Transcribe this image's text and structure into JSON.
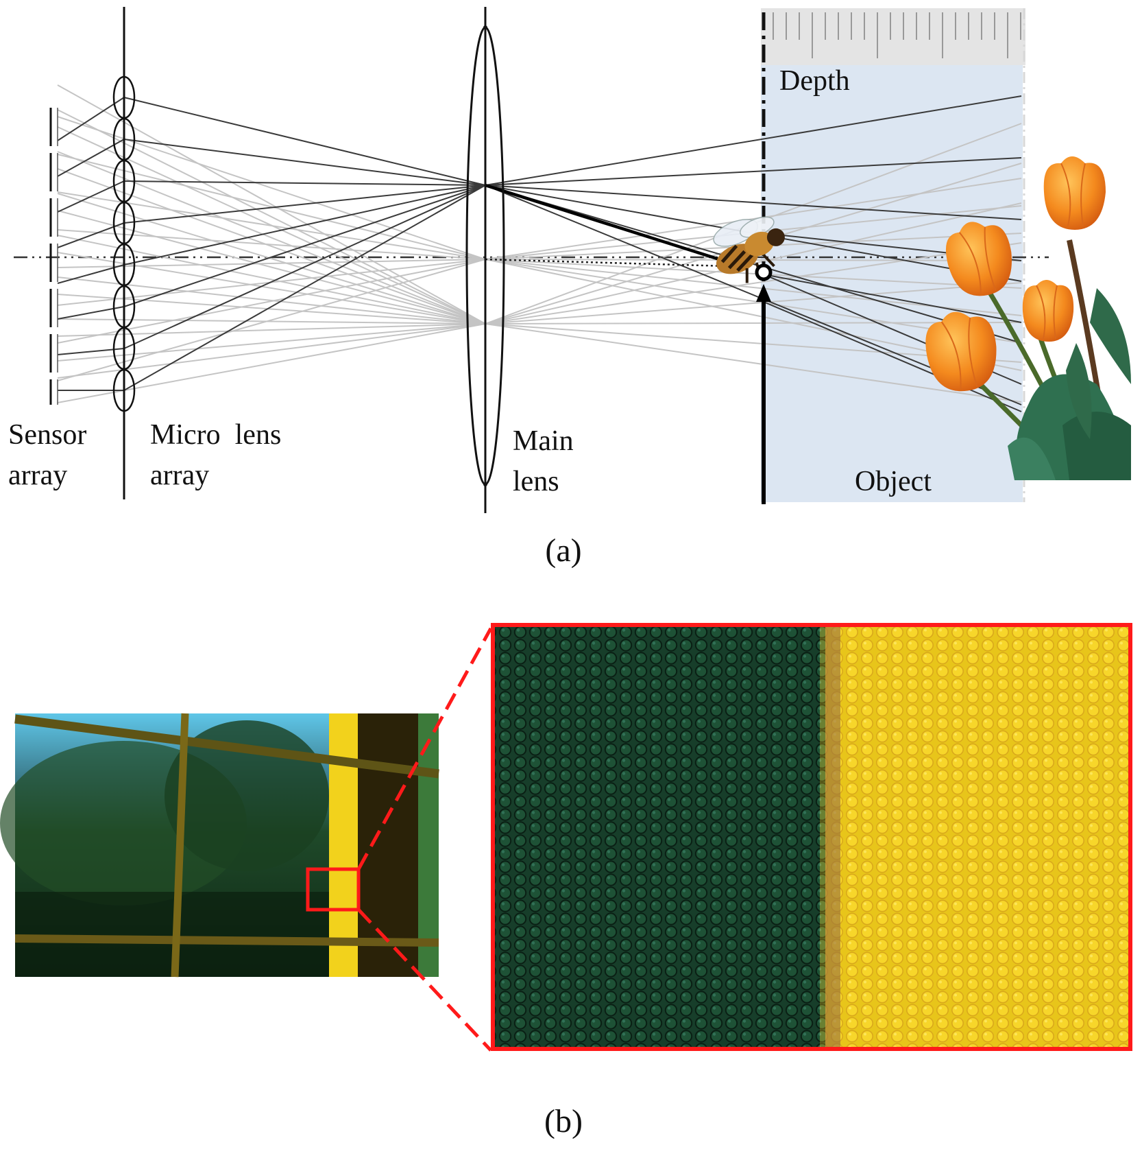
{
  "panel_a": {
    "caption": "(a)",
    "labels": {
      "sensor_line1": "Sensor",
      "sensor_line2": "array",
      "micro_line1": "Micro  lens",
      "micro_line2": "array",
      "main_line1": "Main",
      "main_line2": "lens",
      "depth": "Depth",
      "object": "Object"
    },
    "elements": {
      "object_region": "depth-of-field region",
      "insect": "bee-icon",
      "flowers": "tulip-icon"
    }
  },
  "panel_b": {
    "caption": "(b)",
    "photo": "window-frame-photo",
    "zoom": "microlens-array-zoom"
  },
  "colors": {
    "highlight": "#ff1a1a",
    "depth_fill": "#dce6f2",
    "ruler_fill": "#e6e6e6",
    "ray_dark": "#333333",
    "ray_light": "#bdbdbd",
    "yellow": "#f2d21c",
    "green_dark": "#12361f"
  }
}
